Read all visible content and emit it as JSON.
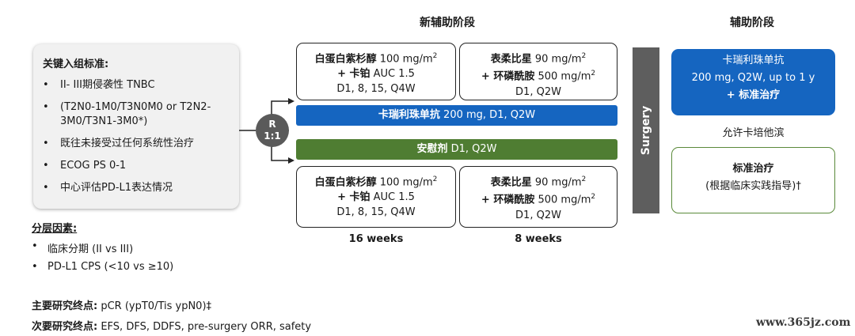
{
  "phases": {
    "neoadjuvant": "新辅助阶段",
    "adjuvant": "辅助阶段"
  },
  "criteria": {
    "title": "关键入组标准:",
    "bullet": "•",
    "items": [
      "II- III期侵袭性 TNBC",
      " (T2N0-1M0/T3N0M0 or T2N2-3M0/T3N1-3M0*)",
      "既往未接受过任何系统性治疗",
      "ECOG PS 0-1",
      "中心评估PD-L1表达情况"
    ]
  },
  "randomization": {
    "line1": "R",
    "line2": "1:1"
  },
  "arm_top": {
    "box1": {
      "drug1": "白蛋白紫杉醇",
      "dose1": " 100 mg/m",
      "sup": "2",
      "plus": "+ ",
      "drug2": "卡铂",
      "dose2": " AUC 1.5",
      "schedule": "D1, 8, 15, Q4W"
    },
    "box2": {
      "drug1": "表柔比星",
      "dose1": " 90 mg/m",
      "sup1": "2",
      "plus": "+ ",
      "drug2": "环磷酰胺",
      "dose2": " 500 mg/m",
      "sup2": "2",
      "schedule": "D1, Q2W"
    },
    "bar": {
      "drug": "卡瑞利珠单抗",
      "dose": " 200 mg, D1, Q2W"
    }
  },
  "arm_bottom": {
    "bar": {
      "drug": "安慰剂",
      "dose": " D1, Q2W"
    },
    "box1": {
      "drug1": "白蛋白紫杉醇",
      "dose1": " 100 mg/m",
      "sup": "2",
      "plus": "+ ",
      "drug2": "卡铂",
      "dose2": " AUC 1.5",
      "schedule": "D1, 8, 15, Q4W"
    },
    "box2": {
      "drug1": "表柔比星",
      "dose1": " 90 mg/m",
      "sup1": "2",
      "plus": "+ ",
      "drug2": "环磷酰胺",
      "dose2": " 500 mg/m",
      "sup2": "2",
      "schedule": "D1, Q2W"
    }
  },
  "weeks": {
    "w16": "16 weeks",
    "w8": "8 weeks"
  },
  "surgery": "Surgery",
  "adjuvant_top": {
    "drug": "卡瑞利珠单抗",
    "dose": "200 mg, Q2W, up to 1 y",
    "plus": "+ ",
    "std": "标准治疗"
  },
  "capecitabine": "允许卡培他滨",
  "adjuvant_bottom": {
    "title": "标准治疗",
    "note": "(根据临床实践指导)†"
  },
  "stratification": {
    "title": "分层因素:",
    "bullet": "•",
    "items": [
      "临床分期 (II vs III)",
      "PD-L1 CPS (<10 vs ≥10)"
    ]
  },
  "endpoints": {
    "primary_label": "主要研究终点:",
    "primary_value": " pCR (ypT0/Tis ypN0)‡",
    "secondary_label": "次要研究终点:",
    "secondary_value": " EFS, DFS, DDFS, pre-surgery ORR, safety"
  },
  "watermark": "www.365jz.com",
  "colors": {
    "blue": "#1565c0",
    "green": "#4f7d32",
    "gray": "#5e5e5e"
  }
}
